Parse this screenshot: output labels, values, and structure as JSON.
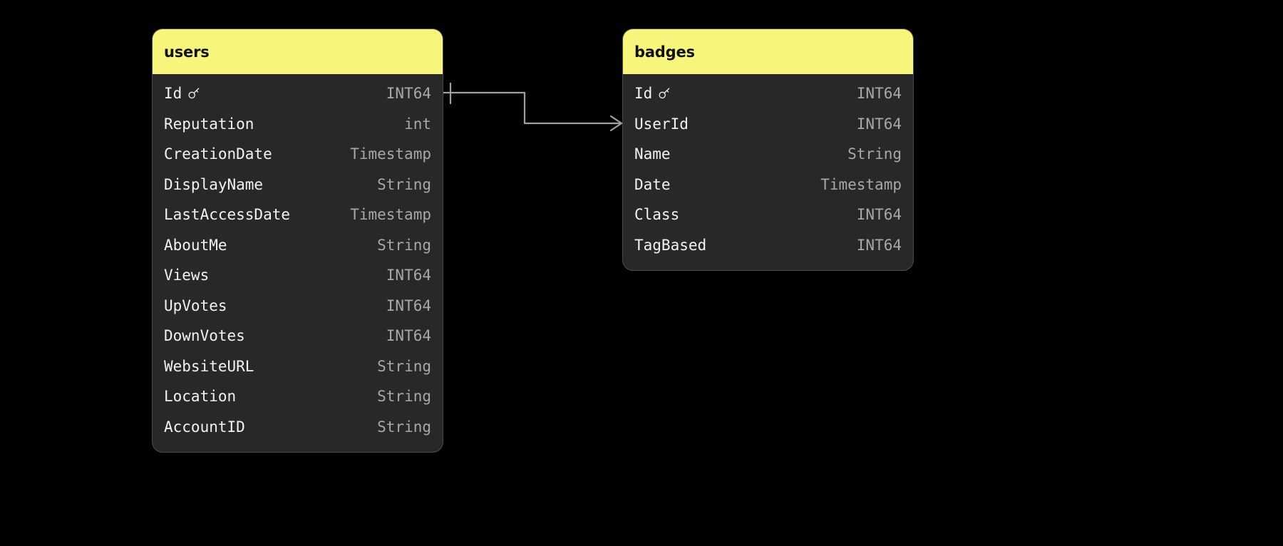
{
  "diagram": {
    "title": "database-er-diagram",
    "background_color": "#000000",
    "header_color": "#F6F67C",
    "body_color": "#282828",
    "border_color": "#4a4a4a",
    "field_name_color": "#f2f2f2",
    "field_type_color": "#a8a8a8",
    "connector_color": "#a0a0a0"
  },
  "entities": [
    {
      "id": "users",
      "name": "users",
      "fields": [
        {
          "name": "Id",
          "type": "INT64",
          "primary_key": true,
          "icon": "key-icon"
        },
        {
          "name": "Reputation",
          "type": "int",
          "primary_key": false,
          "icon": ""
        },
        {
          "name": "CreationDate",
          "type": "Timestamp",
          "primary_key": false,
          "icon": ""
        },
        {
          "name": "DisplayName",
          "type": "String",
          "primary_key": false,
          "icon": ""
        },
        {
          "name": "LastAccessDate",
          "type": "Timestamp",
          "primary_key": false,
          "icon": ""
        },
        {
          "name": "AboutMe",
          "type": "String",
          "primary_key": false,
          "icon": ""
        },
        {
          "name": "Views",
          "type": "INT64",
          "primary_key": false,
          "icon": ""
        },
        {
          "name": "UpVotes",
          "type": "INT64",
          "primary_key": false,
          "icon": ""
        },
        {
          "name": "DownVotes",
          "type": "INT64",
          "primary_key": false,
          "icon": ""
        },
        {
          "name": "WebsiteURL",
          "type": "String",
          "primary_key": false,
          "icon": ""
        },
        {
          "name": "Location",
          "type": "String",
          "primary_key": false,
          "icon": ""
        },
        {
          "name": "AccountID",
          "type": "String",
          "primary_key": false,
          "icon": ""
        }
      ]
    },
    {
      "id": "badges",
      "name": "badges",
      "fields": [
        {
          "name": "Id",
          "type": "INT64",
          "primary_key": true,
          "icon": "key-icon"
        },
        {
          "name": "UserId",
          "type": "INT64",
          "primary_key": false,
          "icon": ""
        },
        {
          "name": "Name",
          "type": "String",
          "primary_key": false,
          "icon": ""
        },
        {
          "name": "Date",
          "type": "Timestamp",
          "primary_key": false,
          "icon": ""
        },
        {
          "name": "Class",
          "type": "INT64",
          "primary_key": false,
          "icon": ""
        },
        {
          "name": "TagBased",
          "type": "INT64",
          "primary_key": false,
          "icon": ""
        }
      ]
    }
  ],
  "relationships": [
    {
      "from_entity": "users",
      "from_field": "Id",
      "to_entity": "badges",
      "to_field": "UserId",
      "from_cardinality": "one",
      "to_cardinality": "many"
    }
  ]
}
